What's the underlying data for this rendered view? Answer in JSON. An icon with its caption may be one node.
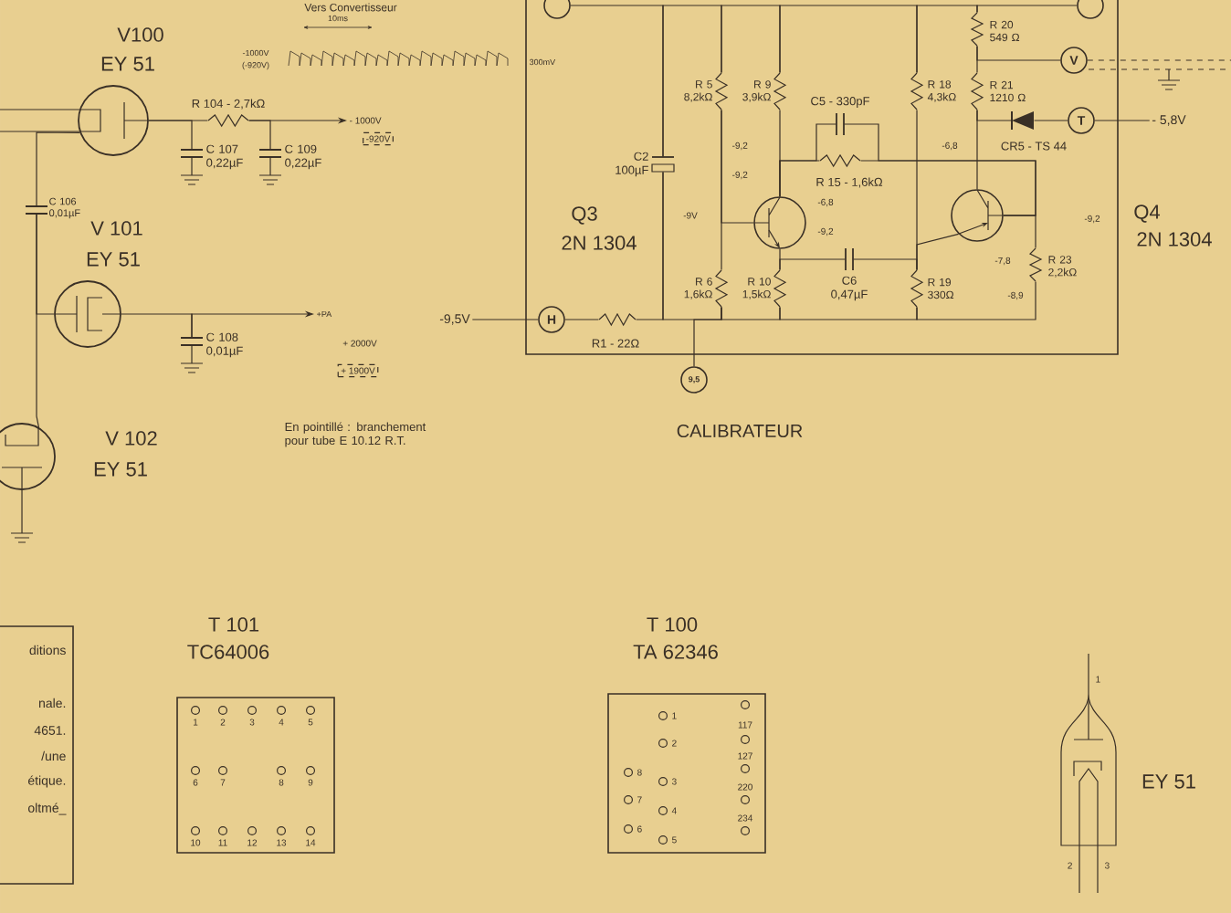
{
  "diagram": {
    "nodes": [
      {
        "text": [
          "V100",
          "EY 51"
        ]
      },
      {
        "text": [
          "V 101",
          "EY 51"
        ]
      },
      {
        "text": [
          "V 102",
          "EY 51"
        ]
      },
      {
        "text": [
          "R 104 - 2,7kΩ"
        ]
      },
      {
        "text": [
          "C 107 0,22µF"
        ]
      },
      {
        "text": [
          "C 109 0,22µF"
        ]
      },
      {
        "text": [
          "C 106 0,01µF"
        ]
      },
      {
        "text": [
          "C 108 0,01µF"
        ]
      },
      {
        "text": [],
        "shape": "box"
      },
      {
        "text": [],
        "shape": "circle",
        "in": 8
      },
      {
        "text": [],
        "shape": "circle",
        "in": 8
      },
      {
        "text": [
          "H"
        ],
        "in": 8
      },
      {
        "text": [
          "V"
        ],
        "in": 8
      },
      {
        "text": [
          "T"
        ],
        "in": 8
      },
      {
        "text": [
          "9,5"
        ]
      },
      {
        "text": [
          "R1 - 22Ω"
        ],
        "in": 8
      },
      {
        "text": [
          "C2 100µF"
        ],
        "in": 8
      },
      {
        "text": [
          "R 5 8,2kΩ"
        ],
        "in": 8
      },
      {
        "text": [
          "R 9 3,9kΩ"
        ],
        "in": 8
      },
      {
        "text": [
          "C5 - 330pF"
        ],
        "in": 8
      },
      {
        "text": [
          "R 15 - 1,6kΩ"
        ],
        "in": 8
      },
      {
        "text": [
          "R 6 1,6kΩ"
        ],
        "in": 8
      },
      {
        "text": [
          "R 10 1,5kΩ"
        ],
        "in": 8
      },
      {
        "text": [
          "C6 0,47µF"
        ],
        "in": 8
      },
      {
        "text": [],
        "shape": "circle",
        "beside": [
          "Q3",
          "2N 1304"
        ],
        "in": 8
      },
      {
        "text": [
          "R 18 4,3kΩ"
        ],
        "in": 8
      },
      {
        "text": [
          "R 20 549 Ω"
        ],
        "in": 8
      },
      {
        "text": [
          "R 21 1210 Ω"
        ],
        "in": 8
      },
      {
        "text": [
          "CR5 - TS 44"
        ],
        "in": 8
      },
      {
        "text": [
          "R 19 330Ω"
        ],
        "in": 8
      },
      {
        "text": [
          "R 23 2,2kΩ"
        ],
        "in": 8
      },
      {
        "text": [],
        "shape": "circle",
        "beside": [
          "Q4",
          "2N 1304"
        ],
        "in": 8
      },
      {
        "text": [
          "ditions",
          "nale.",
          "4651.",
          "/une",
          "étique.",
          "oltmé_"
        ]
      },
      {
        "text": [
          "T 101",
          "TC64006"
        ]
      },
      {
        "text": [
          "T 100",
          "TA 62346"
        ]
      },
      {
        "text": [
          "EY 51"
        ]
      },
      {
        "text": [
          "-9,5V"
        ]
      },
      {
        "text": [
          "- 5,8V"
        ]
      },
      {
        "text": [
          "- 1000V"
        ]
      },
      {
        "text": [
          "+PA"
        ]
      }
    ],
    "edges": [
      {
        "from": 0,
        "to": 3,
        "arrow": "none"
      },
      {
        "from": 0,
        "to": 4,
        "arrow": "none"
      },
      {
        "from": 3,
        "to": 38,
        "arrow": "to"
      },
      {
        "from": 3,
        "to": 5,
        "arrow": "none"
      },
      {
        "from": 0,
        "to": 6,
        "arrow": "none"
      },
      {
        "from": 6,
        "to": 1,
        "arrow": "none"
      },
      {
        "from": 6,
        "to": 2,
        "arrow": "none"
      },
      {
        "from": 1,
        "to": 7,
        "arrow": "none"
      },
      {
        "from": 7,
        "to": 39,
        "arrow": "to"
      },
      {
        "from": 36,
        "to": 11,
        "arrow": "none"
      },
      {
        "from": 11,
        "to": 15,
        "arrow": "none"
      },
      {
        "from": 15,
        "to": 16,
        "arrow": "none"
      },
      {
        "from": 16,
        "to": 21,
        "arrow": "none"
      },
      {
        "from": 21,
        "to": 22,
        "arrow": "none"
      },
      {
        "from": 22,
        "to": 29,
        "arrow": "none"
      },
      {
        "from": 29,
        "to": 30,
        "arrow": "none"
      },
      {
        "from": 14,
        "to": 21,
        "arrow": "none"
      },
      {
        "from": 9,
        "to": 16,
        "arrow": "none"
      },
      {
        "from": 16,
        "to": 17,
        "arrow": "none"
      },
      {
        "from": 17,
        "to": 18,
        "arrow": "none"
      },
      {
        "from": 18,
        "to": 25,
        "arrow": "none"
      },
      {
        "from": 25,
        "to": 26,
        "arrow": "none"
      },
      {
        "from": 26,
        "to": 10,
        "arrow": "none"
      },
      {
        "from": 17,
        "to": 24,
        "arrow": "none"
      },
      {
        "from": 17,
        "to": 21,
        "arrow": "none"
      },
      {
        "from": 18,
        "to": 24,
        "arrow": "none"
      },
      {
        "from": 24,
        "to": 22,
        "arrow": "none"
      },
      {
        "from": 24,
        "to": 19,
        "arrow": "none"
      },
      {
        "from": 24,
        "to": 20,
        "arrow": "none"
      },
      {
        "from": 19,
        "to": 31,
        "arrow": "none"
      },
      {
        "from": 20,
        "to": 31,
        "arrow": "none"
      },
      {
        "from": 31,
        "to": 30,
        "arrow": "none"
      },
      {
        "from": 22,
        "to": 23,
        "arrow": "none"
      },
      {
        "from": 23,
        "to": 29,
        "arrow": "none"
      },
      {
        "from": 25,
        "to": 29,
        "arrow": "none"
      },
      {
        "from": 31,
        "to": 29,
        "arrow": "none"
      },
      {
        "from": 31,
        "to": 27,
        "arrow": "none"
      },
      {
        "from": 27,
        "to": 26,
        "arrow": "none"
      },
      {
        "from": 26,
        "to": 12,
        "arrow": "none"
      },
      {
        "from": 27,
        "to": 28,
        "arrow": "none"
      },
      {
        "from": 28,
        "to": 13,
        "arrow": "none"
      },
      {
        "from": 13,
        "to": 37,
        "arrow": "none"
      },
      {
        "from": 12,
        "to": null,
        "arrow": "none",
        "style": "dashed"
      }
    ],
    "labels": [
      "Vers Convertisseur",
      "10ms",
      "-1000V",
      "(-920V)",
      "300mV",
      "-920V",
      "+ 2000V",
      "+ 1900V",
      "En pointillé : branchement pour tube E 10.12 R.T.",
      "-9,2",
      "-9V",
      "-9,2",
      "-6,8",
      "-9,2",
      "-6,8",
      "-9,2",
      "-7,8",
      "-8,9",
      "1",
      "2",
      "3",
      "4",
      "5",
      "6",
      "7",
      "8",
      "9",
      "10",
      "11",
      "12",
      "13",
      "14",
      "1",
      "2",
      "3",
      "4",
      "5",
      "6",
      "7",
      "8",
      "117",
      "127",
      "220",
      "234",
      "1",
      "2",
      "3",
      "CALIBRATEUR"
    ]
  }
}
